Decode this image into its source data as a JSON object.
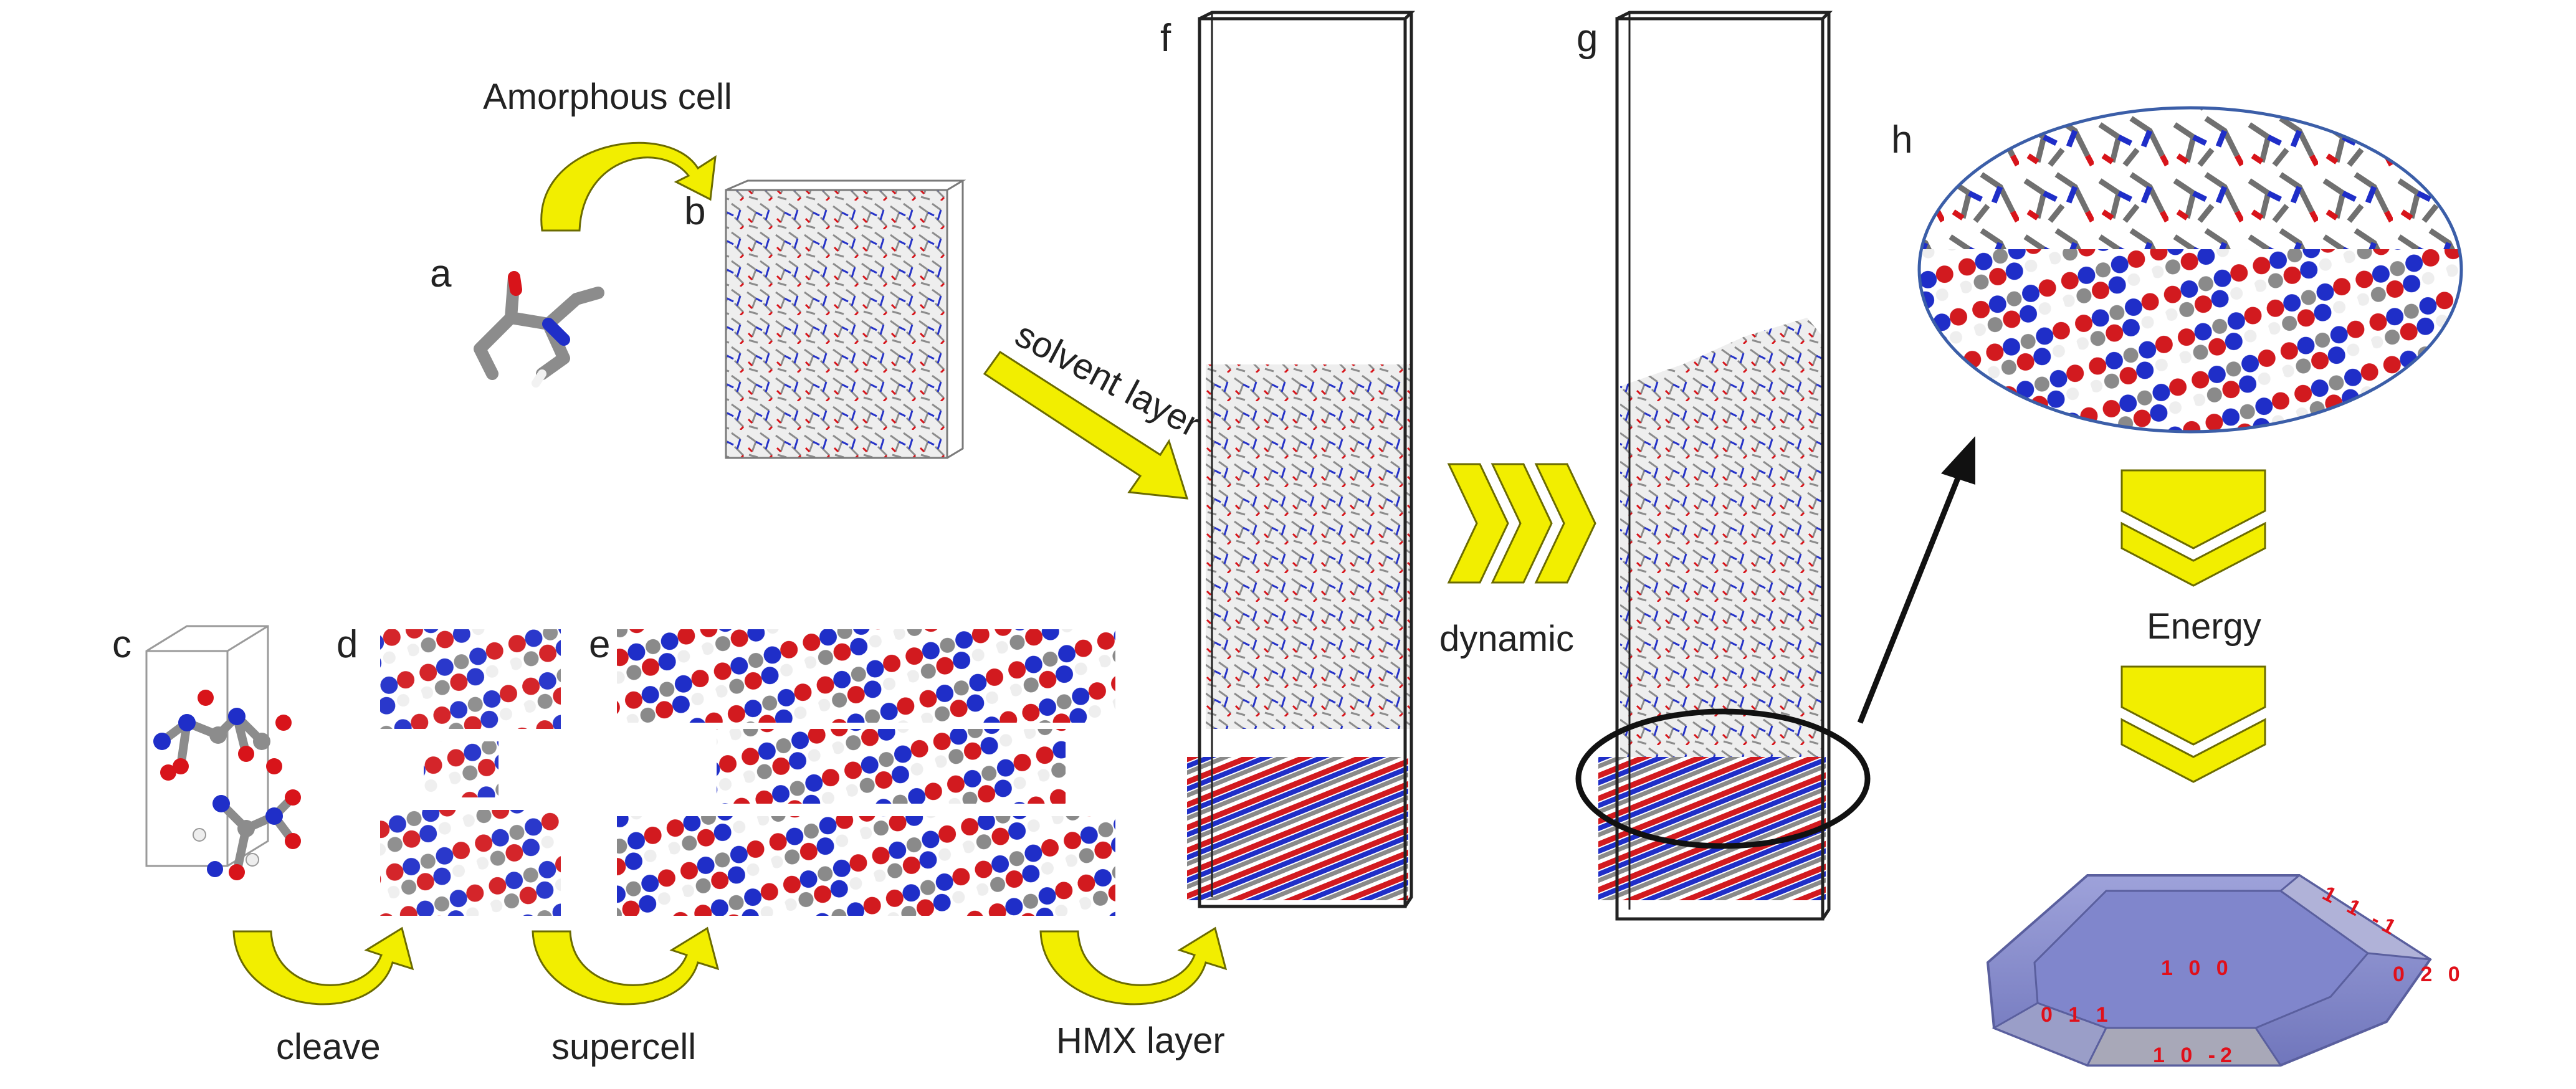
{
  "panels": {
    "a": "a",
    "b": "b",
    "c": "c",
    "d": "d",
    "e": "e",
    "f": "f",
    "g": "g",
    "h": "h"
  },
  "steps": {
    "amorphous": "Amorphous  cell",
    "solvent": "solvent layer",
    "dynamic": "dynamic",
    "energy": "Energy",
    "cleave": "cleave",
    "supercell": "supercell",
    "hmx": "HMX layer"
  },
  "crystal_faces": {
    "f100": "1 0 0",
    "f020": "0 2 0",
    "f011": "0 1 1",
    "f102": "1 0 -2",
    "f111": "1 1 -1"
  },
  "colors": {
    "arrow_yellow": "#f2ee00",
    "arrow_outline": "#6b6b00",
    "nitrogen": "#1f2ec8",
    "oxygen": "#d8141a",
    "carbon": "#8c8c8c",
    "hydrogen": "#f2f2f2",
    "crystal_face": "#7c80c6",
    "face_label": "#e0101a"
  }
}
